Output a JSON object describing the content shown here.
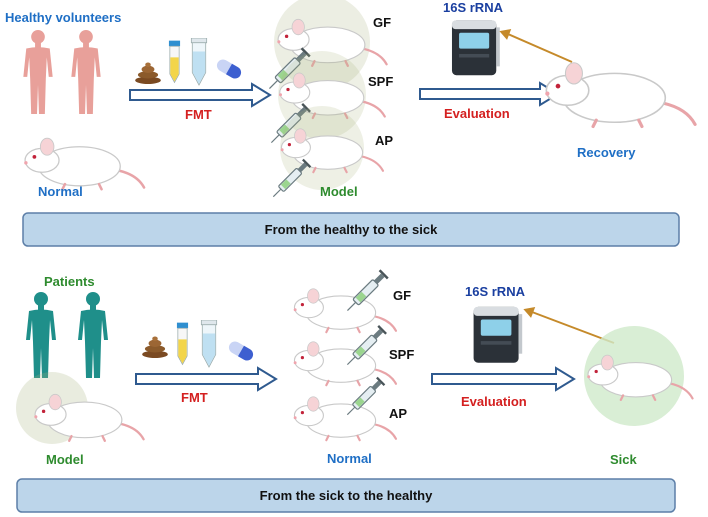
{
  "panel_top": {
    "source_label": "Healthy volunteers",
    "source_subject_label": "Normal",
    "transfer_label": "FMT",
    "recipients": [
      "GF",
      "SPF",
      "AP"
    ],
    "recipients_group_label": "Model",
    "assay_label": "16S rRNA",
    "evaluation_label": "Evaluation",
    "outcome_label": "Recovery",
    "banner": "From the healthy to the sick"
  },
  "panel_bottom": {
    "source_label": "Patients",
    "source_subject_label": "Model",
    "transfer_label": "FMT",
    "recipients": [
      "GF",
      "SPF",
      "AP"
    ],
    "recipients_group_label": "Normal",
    "assay_label": "16S rRNA",
    "evaluation_label": "Evaluation",
    "outcome_label": "Sick",
    "banner": "From the sick to the healthy"
  },
  "colors": {
    "blue_label": "#1f6fc5",
    "red_label": "#d42020",
    "green_label": "#2e8b2e",
    "dark_blue_label": "#1a3fa0",
    "banner_fill": "#bcd5ea",
    "banner_stroke": "#5d7fa8",
    "arrow_stroke": "#2f5a8f",
    "human_healthy": "#e8a09a",
    "human_patient": "#1f8f8a",
    "orange_arrow": "#c58a2a"
  },
  "icons": [
    "person-icon",
    "mouse-icon",
    "stool-icon",
    "tube-icon",
    "capsule-icon",
    "syringe-icon",
    "sequencer-icon"
  ]
}
